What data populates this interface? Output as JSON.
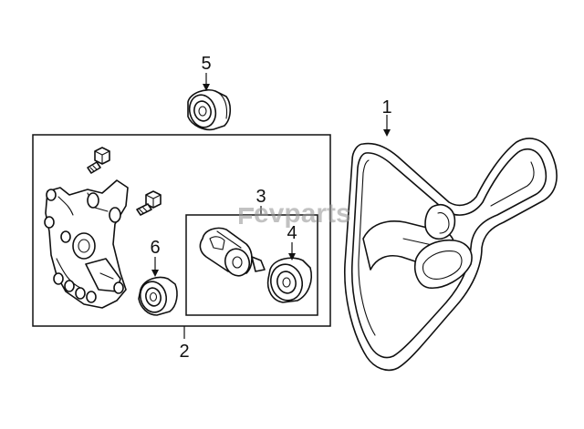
{
  "diagram": {
    "callouts": {
      "c1": "1",
      "c2": "2",
      "c3": "3",
      "c4": "4",
      "c5": "5",
      "c6": "6"
    },
    "watermark": "evparts"
  }
}
